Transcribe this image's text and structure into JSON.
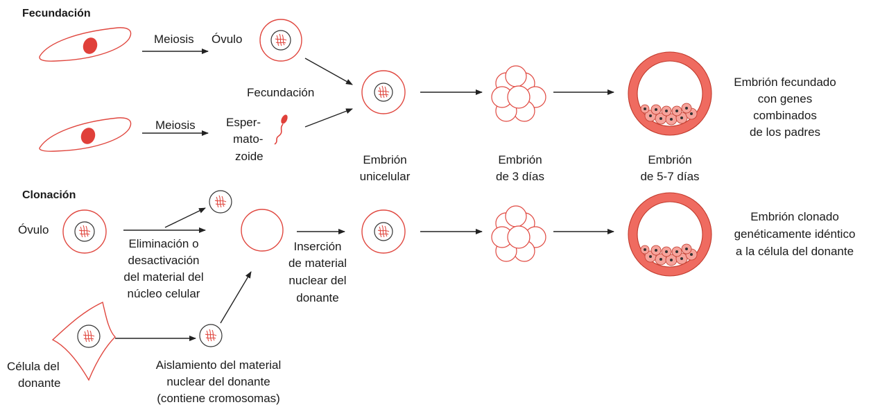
{
  "colors": {
    "cell_outline": "#e0473f",
    "nucleus_fill": "#e0403a",
    "tissue": "#ef6b60",
    "arrow": "#222222"
  },
  "fecundacion": {
    "title": "Fecundación",
    "meiosis_top": "Meiosis",
    "ovulo": "Óvulo",
    "meiosis_bottom": "Meiosis",
    "fecundacion_label": "Fecundación",
    "esper_1": "Esper-",
    "esper_2": "mato-",
    "esper_3": "zoide",
    "unicelular_1": "Embrión",
    "unicelular_2": "unicelular",
    "tres_dias_1": "Embrión",
    "tres_dias_2": "de 3 días",
    "cinco_dias_1": "Embrión",
    "cinco_dias_2": "de 5-7 días",
    "result_1": "Embrión fecundado",
    "result_2": "con genes",
    "result_3": "combinados",
    "result_4": "de los padres"
  },
  "clonacion": {
    "title": "Clonación",
    "ovulo": "Óvulo",
    "elim_1": "Eliminación o",
    "elim_2": "desactivación",
    "elim_3": "del material del",
    "elim_4": "núcleo celular",
    "ins_1": "Inserción",
    "ins_2": "de material",
    "ins_3": "nuclear del",
    "ins_4": "donante",
    "donor_1": "Célula del",
    "donor_2": "donante",
    "ais_1": "Aislamiento del material",
    "ais_2": "nuclear del donante",
    "ais_3": "(contiene cromosomas)",
    "result_1": "Embrión clonado",
    "result_2": "genéticamente idéntico",
    "result_3": "a la célula del donante"
  }
}
